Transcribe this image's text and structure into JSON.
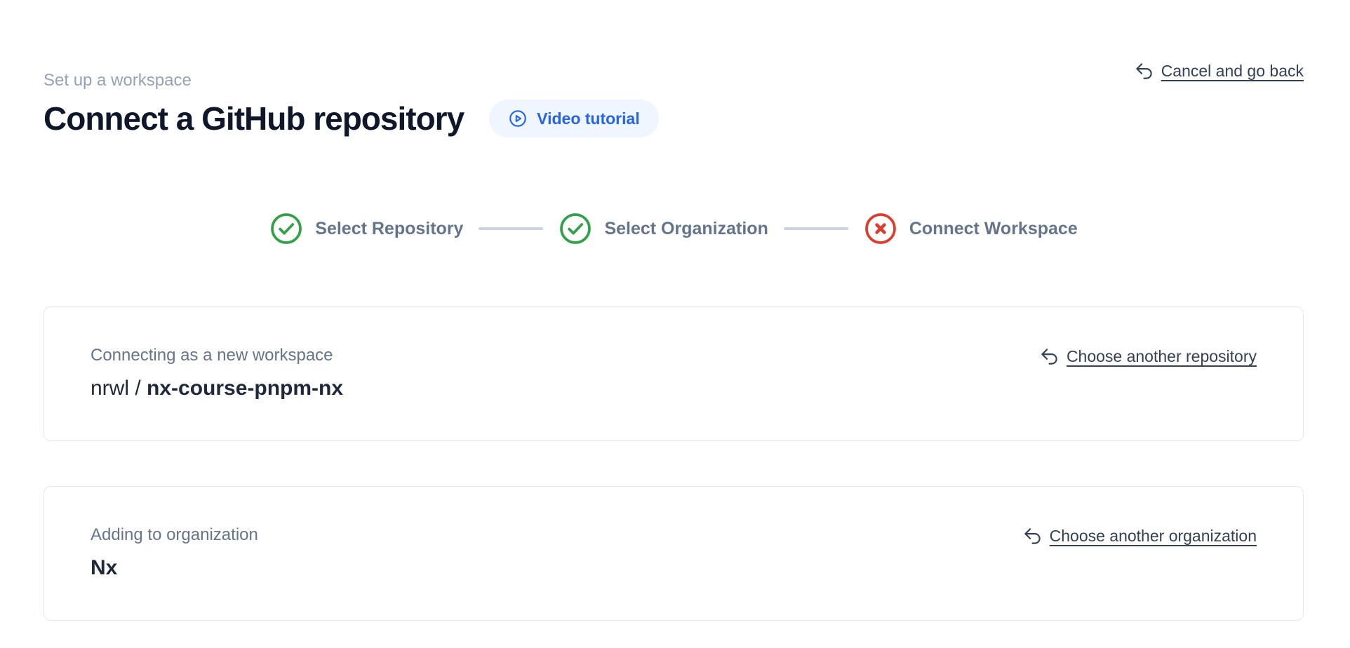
{
  "header": {
    "eyebrow": "Set up a workspace",
    "title": "Connect a GitHub repository",
    "video_tutorial_label": "Video tutorial",
    "cancel_label": "Cancel and go back"
  },
  "stepper": {
    "steps": [
      {
        "label": "Select Repository",
        "status": "complete",
        "icon": "check-circle-icon"
      },
      {
        "label": "Select Organization",
        "status": "complete",
        "icon": "check-circle-icon"
      },
      {
        "label": "Connect Workspace",
        "status": "error",
        "icon": "x-circle-icon"
      }
    ]
  },
  "repository_card": {
    "label": "Connecting as a new workspace",
    "value_prefix": "nrwl / ",
    "value_bold": "nx-course-pnpm-nx",
    "action_label": "Choose another repository"
  },
  "organization_card": {
    "label": "Adding to organization",
    "value_prefix": "",
    "value_bold": "Nx",
    "action_label": "Choose another organization"
  },
  "colors": {
    "accent_blue": "#2563eb",
    "pill_background": "#eff6ff",
    "success_green": "#34a04a",
    "error_red": "#dd3d2c",
    "link_slate": "#334155",
    "muted_slate": "#64748b",
    "eyebrow_gray": "#94a3b8",
    "connector_gray": "#cbd5e1",
    "card_border": "#e2e8f0",
    "heading_dark": "#0f172a"
  }
}
